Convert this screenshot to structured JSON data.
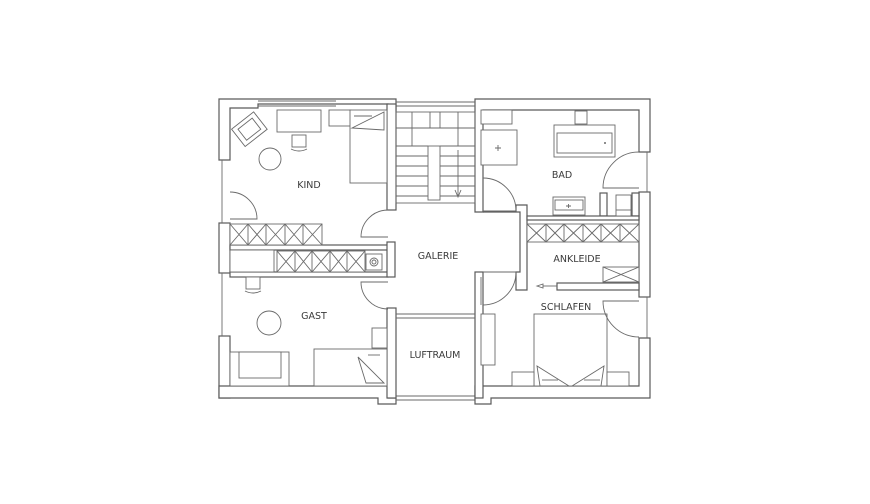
{
  "rooms": {
    "kind": "KIND",
    "galerie": "GALERIE",
    "bad": "BAD",
    "ankleide": "ANKLEIDE",
    "gast": "GAST",
    "schlafen": "SCHLAFEN",
    "luftraum": "LUFTRAUM"
  }
}
